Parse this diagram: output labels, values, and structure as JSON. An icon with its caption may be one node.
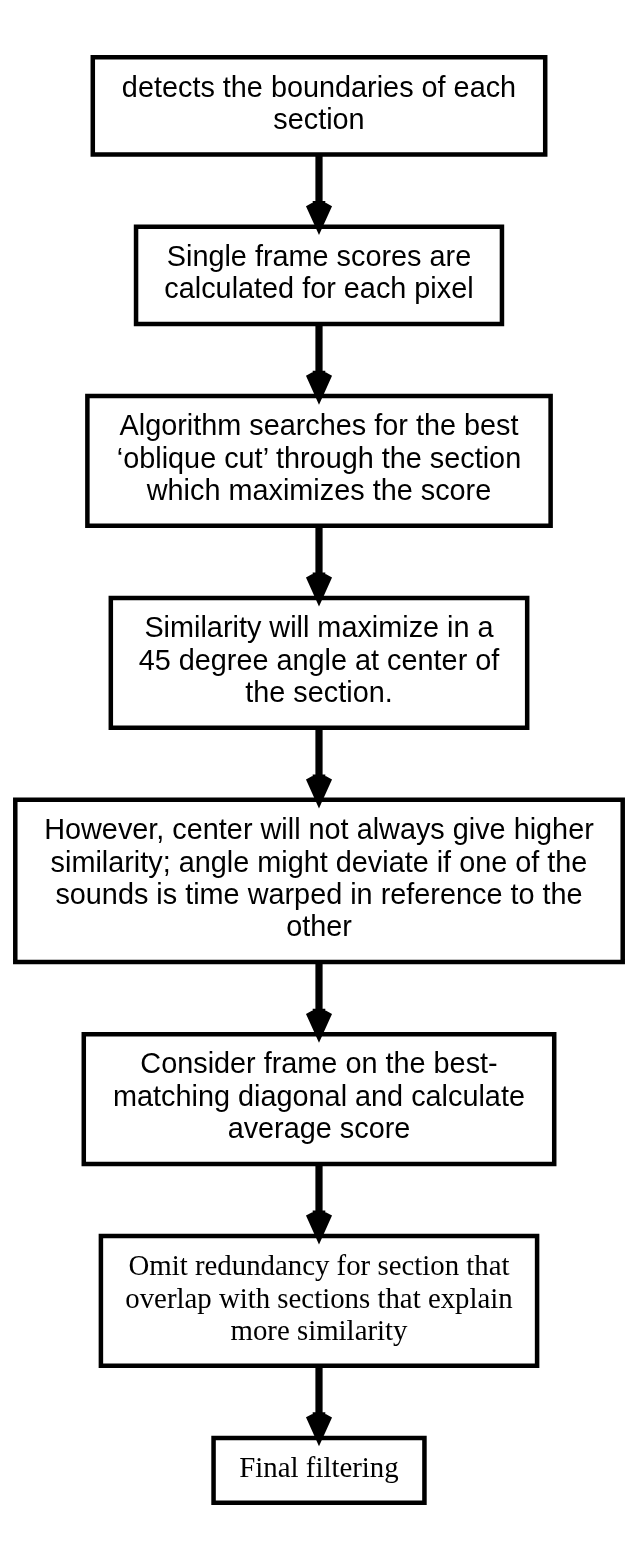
{
  "diagram": {
    "nodes": [
      {
        "text": [
          "detects the boundaries of each section"
        ]
      },
      {
        "text": [
          "Single frame scores are calculated for each pixel"
        ]
      },
      {
        "text": [
          "Algorithm searches for the best ‘oblique cut’ through the section which maximizes the score"
        ]
      },
      {
        "text": [
          "Similarity will maximize in a 45 degree angle at center of the section."
        ]
      },
      {
        "text": [
          "However, center will not always give higher similarity; angle might deviate if one of the sounds is time warped in reference to the other"
        ]
      },
      {
        "text": [
          "Consider frame on the best-matching diagonal and calculate average score"
        ]
      },
      {
        "text": [
          "Omit redundancy for section that overlap with sections that explain more similarity"
        ]
      },
      {
        "text": [
          "Final filtering"
        ]
      }
    ],
    "edges": [
      {
        "from": 0,
        "to": 1,
        "arrow": "to"
      },
      {
        "from": 1,
        "to": 2,
        "arrow": "to"
      },
      {
        "from": 2,
        "to": 3,
        "arrow": "to"
      },
      {
        "from": 3,
        "to": 4,
        "arrow": "to"
      },
      {
        "from": 4,
        "to": 5,
        "arrow": "to"
      },
      {
        "from": 5,
        "to": 6,
        "arrow": "to"
      },
      {
        "from": 6,
        "to": 7,
        "arrow": "to"
      }
    ]
  }
}
